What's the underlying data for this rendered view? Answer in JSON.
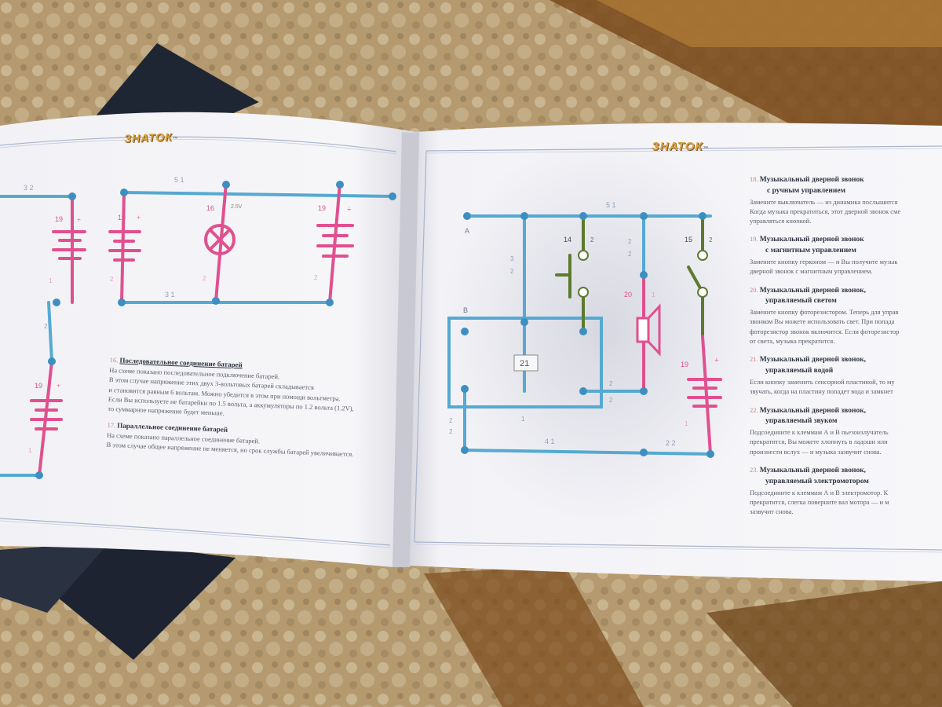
{
  "colors": {
    "wire_blue": "#55a9d2",
    "wire_pink": "#e0508f",
    "wire_green": "#5d7a2e",
    "node": "#3c8fc0",
    "logo_gold": "#d9a441"
  },
  "logo": {
    "brand": "ЗНАТОК",
    "tm": "™"
  },
  "left_page": {
    "circuit_labels": {
      "wire_top_left": "3 2",
      "wire_top_mid": "5 1",
      "wire_bottom_mid": "3 1",
      "bat_left_top": "19",
      "bat_left_top_1": "1",
      "bat_left_mid_2": "2",
      "bat_left_bottom": "19",
      "bat_left_bottom_1": "1",
      "bat_a": "19",
      "bat_a_2": "2",
      "lamp": "16",
      "lamp_v": "2.5V",
      "lamp_2": "2",
      "bat_b": "19",
      "bat_b_2": "2"
    },
    "sections": [
      {
        "num": "16",
        "heading": "Последовательное соединение батарей",
        "lines": [
          "На схеме показано последовательное подключение батарей.",
          "В этом случае напряжение этих двух 3-вольтовых батарей складывается",
          "и становится равным 6 вольтам. Можно убедится в этом при помощи вольтметра.",
          "Если Вы используете не батарейки по 1.5 вольта, а аккумуляторы по 1.2 вольта (1.2V),",
          "то суммарное напряжение будет меньше."
        ]
      },
      {
        "num": "17",
        "heading": "Параллельное соединение батарей",
        "lines": [
          "На схеме показано параллельное соединение батарей.",
          "В этом случае общее напряжение не меняется, но срок службы батарей увеличивается."
        ]
      }
    ]
  },
  "right_page": {
    "circuit_labels": {
      "wire_top": "5 1",
      "terminal_a": "A",
      "terminal_b": "B",
      "left_wire": "3",
      "left_wire_2": "2",
      "switch14": "14",
      "switch14_2": "2",
      "speaker_wire": "2",
      "speaker_wire_2": "2",
      "speaker": "20",
      "speaker_1": "1",
      "switch15": "15",
      "switch15_2": "2",
      "battery": "19",
      "battery_1": "1",
      "module": "21",
      "module_1": "1",
      "short_wire": "2",
      "short_wire_2": "2",
      "left_bottom": "2",
      "left_bottom_2": "2",
      "bottom_wire": "4 1",
      "bottom_right": "2 2"
    },
    "sections": [
      {
        "num": "18.",
        "heading": [
          "Музыкальный дверной звонок",
          "с ручным управлением"
        ],
        "lines": [
          "Замените выключатель — из динамика послышится",
          "Когда музыка прекратиться, этот дверной звонок сме",
          "управляться кнопкой."
        ]
      },
      {
        "num": "19.",
        "heading": [
          "Музыкальный дверной звонок",
          "с магнитным управлением"
        ],
        "lines": [
          "Замените кнопку герконом — и Вы получите музык",
          "дверной звонок с магнитным управлением."
        ]
      },
      {
        "num": "20.",
        "heading": [
          "Музыкальный дверной звонок,",
          "управляемый светом"
        ],
        "lines": [
          "Замените кнопку фоторезистором. Теперь для управ",
          "звонком Вы можете использовать свет. При попада",
          "фоторезистор звонок включится. Если фоторезистор",
          "от света, музыка прекратится."
        ]
      },
      {
        "num": "21.",
        "heading": [
          "Музыкальный дверной звонок,",
          "управляемый водой"
        ],
        "lines": [
          "Если кнопку заменить сенсорной пластиной, то му",
          "звучать, когда на пластину попадет вода и замкнет"
        ]
      },
      {
        "num": "22.",
        "heading": [
          "Музыкальный дверной звонок,",
          "управляемый звуком"
        ],
        "lines": [
          "Подсоедините к клеммам А и В пьезоизлучатель",
          "прекратится, Вы можете хлопнуть в ладоши или",
          "произнести вслух — и музыка зазвучит снова."
        ]
      },
      {
        "num": "23.",
        "heading": [
          "Музыкальный дверной звонок,",
          "управляемый электромотором"
        ],
        "lines": [
          "Подсоедините к клеммам А и В электромотор. К",
          "прекратится, слегка поверните вал мотора — и м",
          "зазвучит снова."
        ]
      }
    ]
  }
}
